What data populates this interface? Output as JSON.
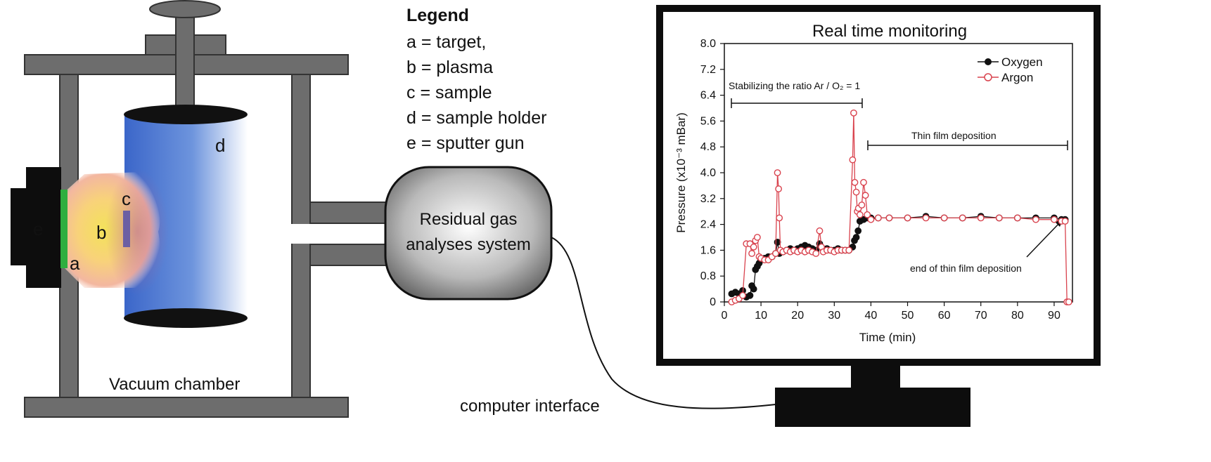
{
  "legend": {
    "heading": "Legend",
    "items": [
      "a = target,",
      "b = plasma",
      "c = sample",
      "d = sample holder",
      "e = sputter gun"
    ]
  },
  "chamber": {
    "caption": "Vacuum chamber",
    "labels": {
      "e": "e",
      "b": "b",
      "a": "a",
      "c": "c",
      "d": "d"
    }
  },
  "rga": {
    "line1": "Residual gas",
    "line2": "analyses system"
  },
  "interface_label": "computer interface",
  "colors": {
    "frame": "#6d6d6d",
    "holder_top": "#3f6fd0",
    "plasma_core": "#f3e25a",
    "target": "#2fae3f",
    "sample": "#6c5fa3",
    "oxygen": "#111111",
    "argon": "#d9434e"
  },
  "chart_data": {
    "type": "scatter",
    "title": "Real time monitoring",
    "xlabel": "Time (min)",
    "ylabel": "Pressure (x10⁻³ mBar)",
    "xlim": [
      0,
      95
    ],
    "ylim": [
      0,
      8.0
    ],
    "xticks": [
      "0",
      "10",
      "20",
      "30",
      "40",
      "50",
      "60",
      "70",
      "80",
      "90"
    ],
    "yticks": [
      "0",
      "0.8",
      "1.6",
      "2.4",
      "3.2",
      "4.0",
      "4.8",
      "5.6",
      "6.4",
      "7.2",
      "8.0"
    ],
    "legend_position": "top-right",
    "annotations": {
      "stabilizing": "Stabilizing the ratio Ar / O₂ = 1",
      "deposition": "Thin film deposition",
      "end": "end of thin film deposition"
    },
    "series": [
      {
        "name": "Oxygen",
        "x": [
          2,
          3,
          4,
          5,
          6,
          7,
          7.5,
          8,
          8.5,
          9,
          9.5,
          10,
          11,
          12,
          13,
          14,
          14.5,
          15,
          16,
          17,
          18,
          19,
          20,
          21,
          22,
          23,
          24,
          25,
          26,
          27,
          28,
          29,
          30,
          31,
          32,
          33,
          34,
          35,
          35.5,
          36,
          36.5,
          37,
          38,
          39,
          40,
          42,
          45,
          50,
          55,
          60,
          65,
          70,
          75,
          80,
          85,
          90,
          92,
          93
        ],
        "y": [
          0.25,
          0.3,
          0.25,
          0.35,
          0.15,
          0.2,
          0.5,
          0.4,
          1.0,
          1.1,
          1.2,
          1.3,
          1.35,
          1.4,
          1.4,
          1.5,
          1.85,
          1.5,
          1.55,
          1.6,
          1.65,
          1.6,
          1.65,
          1.7,
          1.75,
          1.7,
          1.65,
          1.6,
          1.8,
          1.6,
          1.65,
          1.6,
          1.6,
          1.65,
          1.6,
          1.6,
          1.6,
          1.7,
          1.9,
          2.0,
          2.2,
          2.5,
          2.55,
          2.6,
          2.6,
          2.6,
          2.6,
          2.6,
          2.65,
          2.6,
          2.6,
          2.65,
          2.6,
          2.6,
          2.6,
          2.6,
          2.55,
          2.55
        ]
      },
      {
        "name": "Argon",
        "x": [
          2,
          3,
          4,
          5,
          6,
          7,
          7.5,
          8,
          8.5,
          9,
          9.5,
          10,
          11,
          12,
          13,
          14,
          14.5,
          14.8,
          15,
          15.3,
          16,
          17,
          18,
          19,
          20,
          21,
          22,
          23,
          24,
          25,
          26,
          26.5,
          27,
          28,
          29,
          30,
          31,
          32,
          33,
          34,
          35,
          35.3,
          35.6,
          36,
          36.3,
          36.6,
          37,
          37.5,
          38,
          38.5,
          39,
          40,
          42,
          45,
          50,
          55,
          60,
          65,
          70,
          75,
          80,
          85,
          90,
          92,
          93,
          93.5,
          94
        ],
        "y": [
          0.0,
          0.05,
          0.1,
          0.2,
          1.8,
          1.8,
          1.5,
          1.7,
          1.9,
          2.0,
          1.4,
          1.35,
          1.3,
          1.3,
          1.4,
          1.5,
          4.0,
          3.5,
          2.6,
          1.6,
          1.55,
          1.6,
          1.55,
          1.6,
          1.55,
          1.6,
          1.55,
          1.6,
          1.55,
          1.5,
          2.2,
          1.7,
          1.55,
          1.6,
          1.6,
          1.55,
          1.6,
          1.6,
          1.6,
          1.6,
          4.4,
          5.85,
          3.7,
          3.4,
          2.8,
          2.9,
          2.7,
          3.0,
          3.7,
          3.3,
          2.7,
          2.55,
          2.6,
          2.6,
          2.6,
          2.6,
          2.6,
          2.6,
          2.6,
          2.6,
          2.6,
          2.55,
          2.55,
          2.5,
          2.5,
          0.0,
          0.0
        ]
      }
    ]
  }
}
